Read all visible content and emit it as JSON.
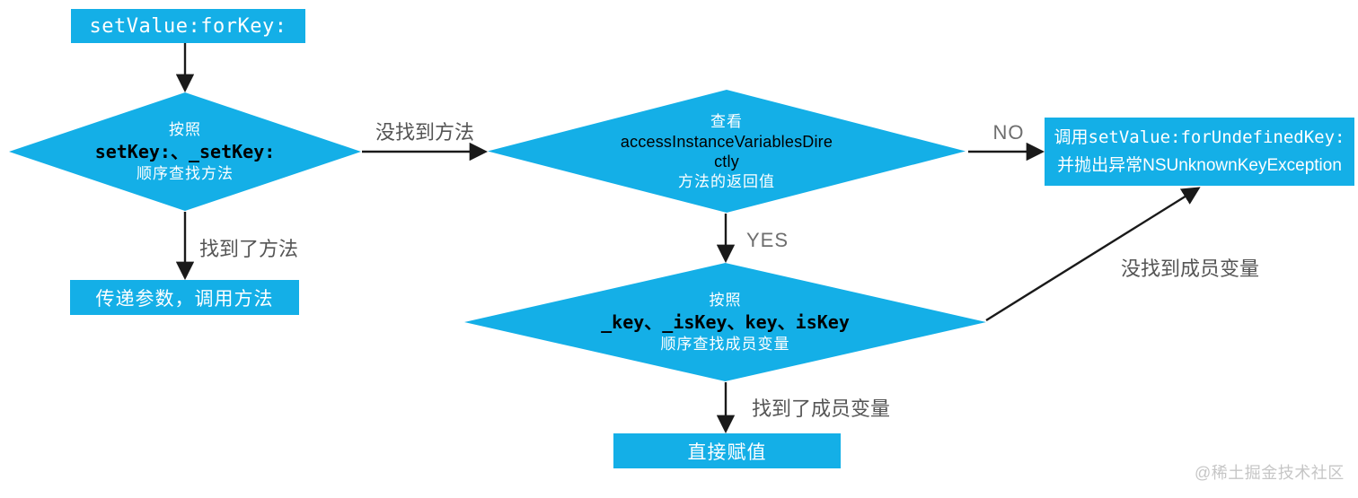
{
  "colors": {
    "shape_fill": "#14afe7",
    "shape_text": "#ffffff",
    "code_text_in_diamonds": "#000000",
    "arrow": "#1a1a1a",
    "edge_label": "#555555",
    "yes_no_label": "#6e6e6e",
    "watermark": "#c6c6c6"
  },
  "nodes": {
    "start": {
      "label": "setValue:forKey:"
    },
    "find_method_decision": {
      "top": "按照",
      "code": "setKey:、_setKey:",
      "bottom": "顺序查找方法"
    },
    "access_decision": {
      "top": "查看",
      "code_line1": "accessInstanceVariablesDire",
      "code_line2": "ctly",
      "bottom": "方法的返回值"
    },
    "call_method": {
      "label": "传递参数，调用方法"
    },
    "undefined_key": {
      "line1_prefix": "调用",
      "line1_code": "setValue:forUndefinedKey:",
      "line2_prefix": "并抛出异常",
      "line2_code": "NSUnknownKeyException"
    },
    "find_ivar_decision": {
      "top": "按照",
      "code": "_key、_isKey、key、isKey",
      "bottom": "顺序查找成员变量"
    },
    "assign": {
      "label": "直接赋值"
    }
  },
  "edges": {
    "method_not_found": "没找到方法",
    "method_found": "找到了方法",
    "no": "NO",
    "yes": "YES",
    "ivar_found": "找到了成员变量",
    "ivar_not_found": "没找到成员变量"
  },
  "watermark": "@稀土掘金技术社区"
}
